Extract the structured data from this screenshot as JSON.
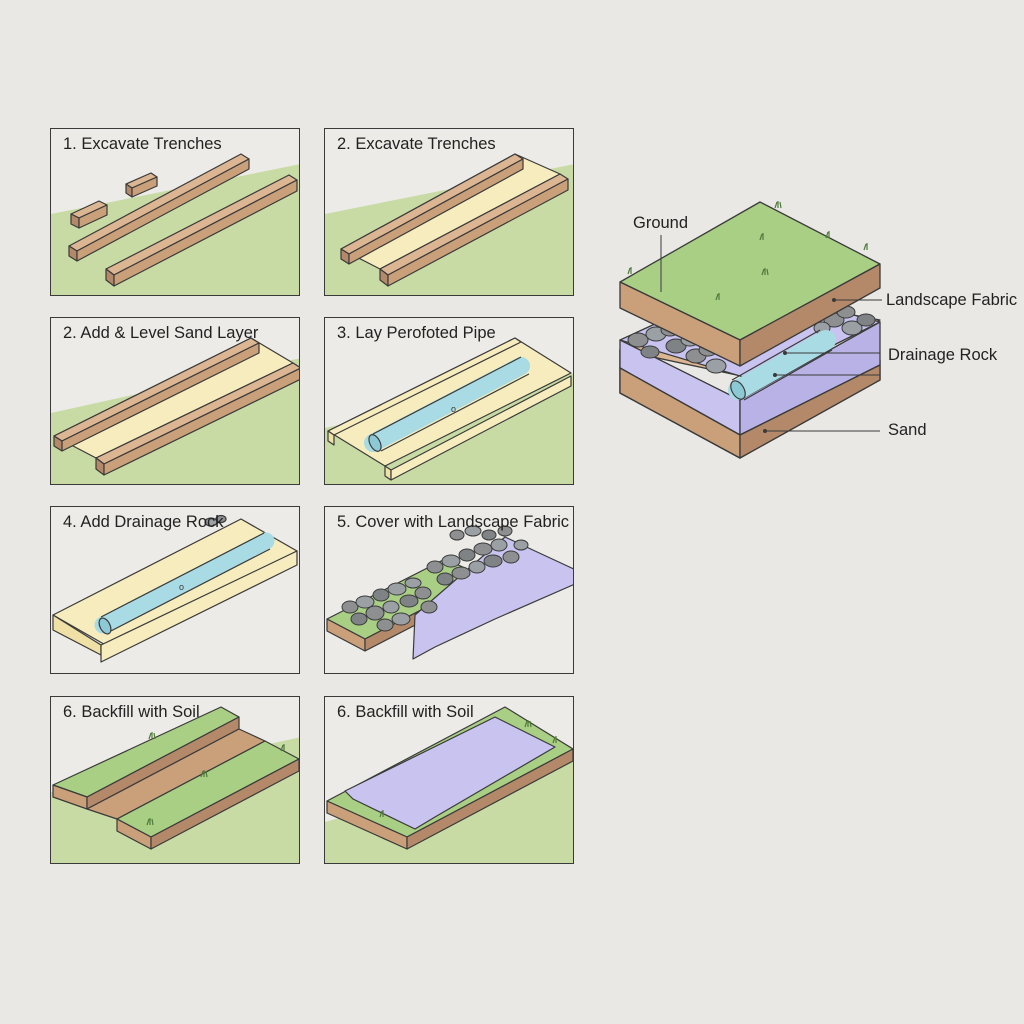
{
  "steps": [
    {
      "title": "1. Excavate Trenches"
    },
    {
      "title": "2. Excavate Trenches"
    },
    {
      "title": "2. Add & Level Sand Layer"
    },
    {
      "title": "3. Lay Perofoted Pipe"
    },
    {
      "title": "4. Add Drainage Rock"
    },
    {
      "title": "5. Cover with Landscape Fabric"
    },
    {
      "title": "6. Backfill with Soil"
    },
    {
      "title": "6. Backfill with Soil"
    }
  ],
  "cross_section": {
    "labels": {
      "ground": "Ground",
      "fabric": "Landscape Fabric",
      "rock": "Drainage Rock",
      "sand": "Sand"
    }
  },
  "colors": {
    "grass": "#c8dba4",
    "grass_top": "#a9cf85",
    "soil": "#c9a07a",
    "soil_dark": "#a77d5a",
    "sand": "#f6ecbd",
    "pipe": "#a8dbe4",
    "rock": "#8d8f91",
    "fabric": "#c8c3ef",
    "outline": "#3a3a3a"
  }
}
